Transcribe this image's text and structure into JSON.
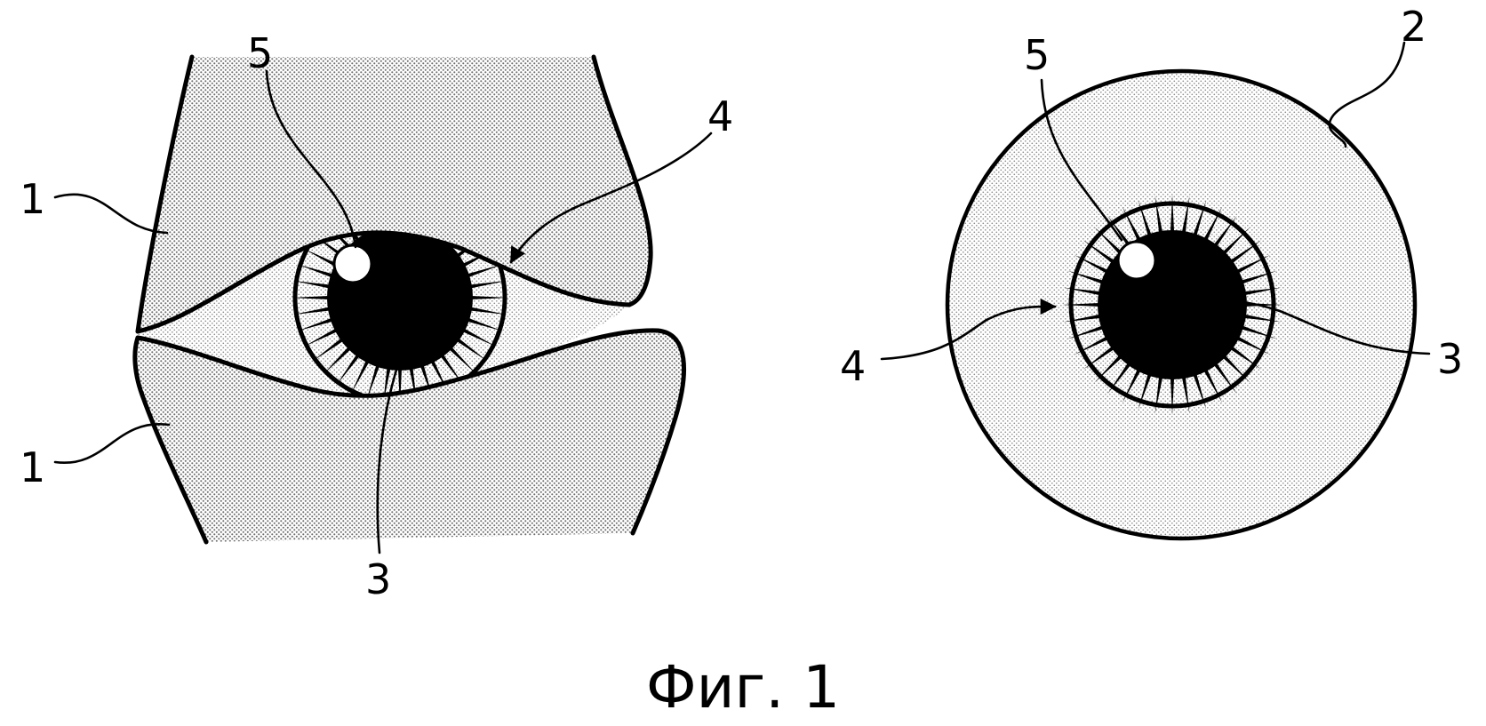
{
  "figure": {
    "caption": "Фиг. 1",
    "left_view": {
      "labels": {
        "eyelid_upper": "1",
        "eyelid_lower": "1",
        "pupil": "3",
        "iris_ring": "4",
        "highlight": "5"
      }
    },
    "right_view": {
      "labels": {
        "eyeball": "2",
        "pupil": "3",
        "iris_ring": "4",
        "highlight": "5"
      }
    },
    "colors": {
      "ink": "#000000",
      "dots": "#7a7a7a",
      "background": "#ffffff"
    }
  }
}
